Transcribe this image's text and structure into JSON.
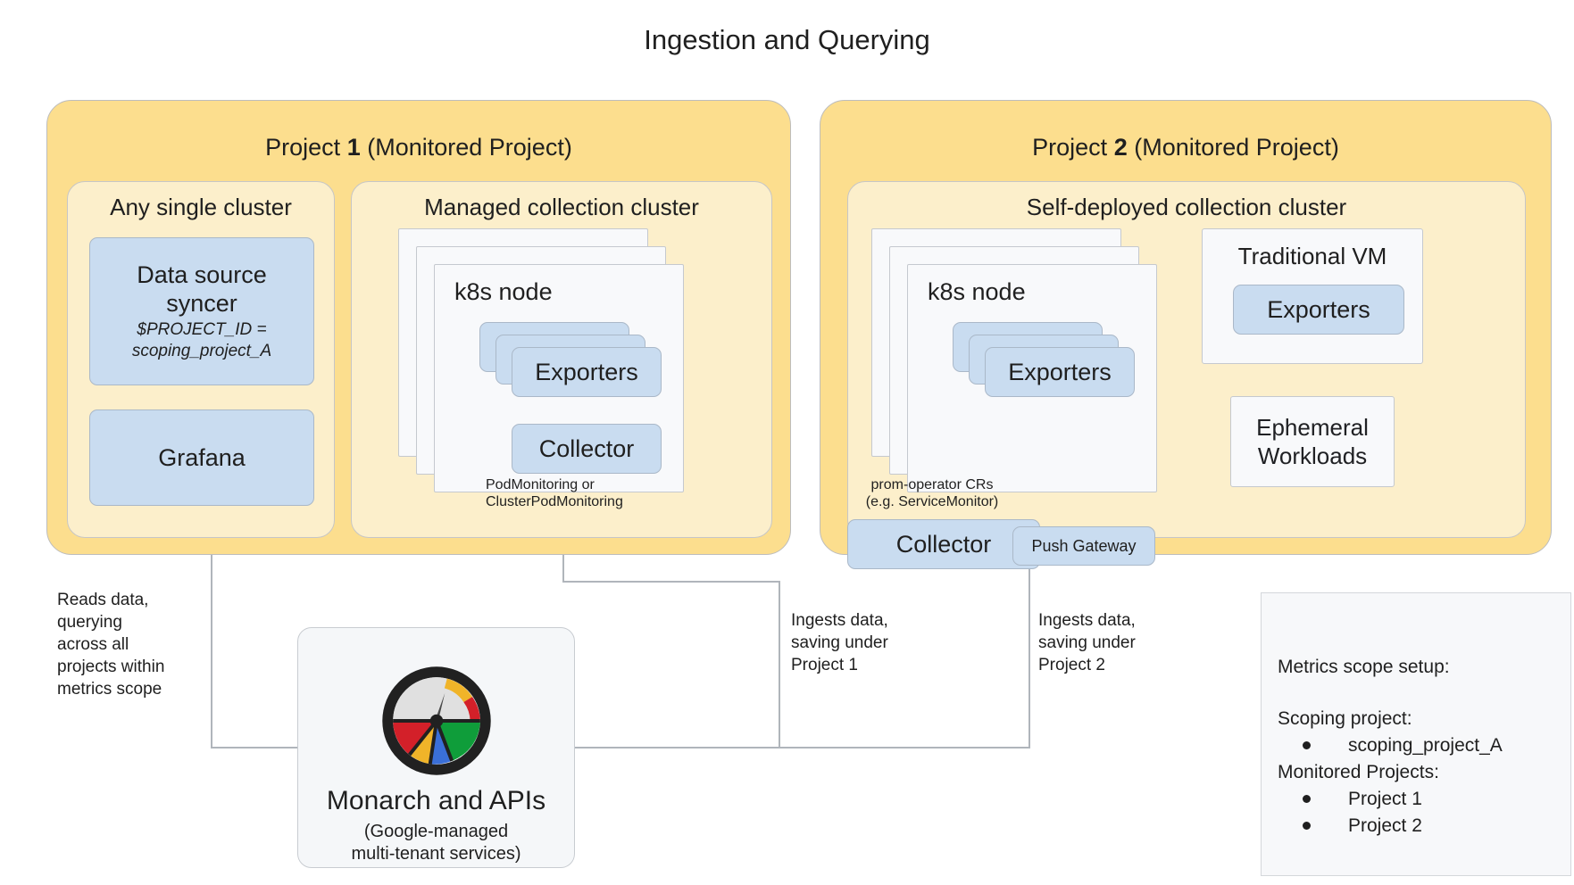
{
  "title": "Ingestion and Querying",
  "projects": [
    {
      "title_prefix": "Project ",
      "number": "1",
      "title_suffix": " (Monitored Project)",
      "clusters": [
        {
          "name": "Any single cluster",
          "boxes": [
            {
              "label": "Data source\nsyncer",
              "sub": "$PROJECT_ID =\nscoping_project_A"
            },
            {
              "label": "Grafana"
            }
          ]
        },
        {
          "name": "Managed collection cluster",
          "node_label": "k8s node",
          "exporters_label": "Exporters",
          "edge_label": "PodMonitoring or\nClusterPodMonitoring",
          "collector_label": "Collector"
        }
      ]
    },
    {
      "title_prefix": "Project ",
      "number": "2",
      "title_suffix": " (Monitored Project)",
      "clusters": [
        {
          "name": "Self-deployed collection cluster",
          "node_label": "k8s node",
          "exporters_label": "Exporters",
          "edge_label": "prom-operator CRs\n(e.g. ServiceMonitor)",
          "collector_label": "Collector",
          "push_gateway_label": "Push Gateway",
          "vm_title": "Traditional VM",
          "vm_exporters_label": "Exporters",
          "ephemeral_title": "Ephemeral\nWorkloads"
        }
      ]
    }
  ],
  "annotations": {
    "reads": "Reads data,\nquerying\nacross all\nprojects within\nmetrics scope",
    "ingest_project_1": "Ingests data,\nsaving under\nProject 1",
    "ingest_project_2": "Ingests data,\nsaving under\nProject 2"
  },
  "monarch": {
    "title": "Monarch and APIs",
    "subtitle": "(Google-managed\nmulti-tenant services)",
    "logo_name": "monarch-gauge-logo",
    "logo_colors": {
      "red": "#D32029",
      "yellow": "#F0B429",
      "blue": "#3A6FD8",
      "green": "#0F9D3A",
      "dial": "#E0E0E0",
      "ring": "#212121"
    }
  },
  "legend": {
    "heading": "Metrics scope setup:",
    "scoping_heading": "Scoping project:",
    "scoping_items": [
      "scoping_project_A"
    ],
    "monitored_heading": "Monitored Projects:",
    "monitored_items": [
      "Project 1",
      "Project 2"
    ]
  },
  "colors": {
    "project_fill": "#FCDE8E",
    "cluster_fill": "#FCEFCB",
    "component_fill": "#C9DCF0",
    "node_fill": "#F8F9FB",
    "line": "#b0b5bb"
  }
}
